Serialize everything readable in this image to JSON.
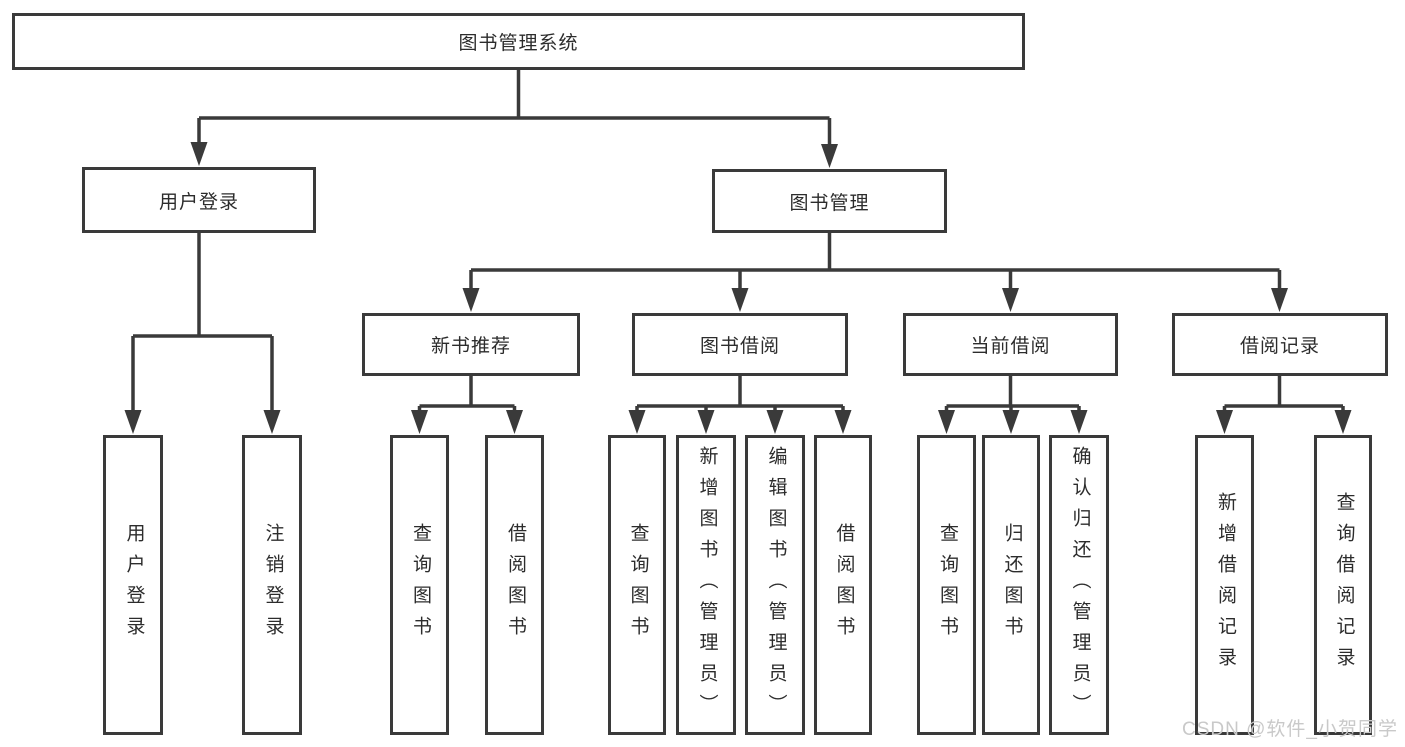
{
  "colors": {
    "line": "#3a3a3a",
    "text": "#2c2c2c",
    "watermark": "#c9c9c9",
    "background": "#ffffff"
  },
  "watermark": {
    "text": "CSDN @软件_小贺同学"
  },
  "diagram": {
    "type": "hierarchy-tree",
    "root": {
      "label": "图书管理系统"
    },
    "branches": [
      {
        "label": "用户登录",
        "children": [
          {
            "label": "用户登录"
          },
          {
            "label": "注销登录"
          }
        ]
      },
      {
        "label": "图书管理",
        "sections": [
          {
            "label": "新书推荐",
            "children": [
              {
                "label": "查询图书"
              },
              {
                "label": "借阅图书"
              }
            ]
          },
          {
            "label": "图书借阅",
            "children": [
              {
                "label": "查询图书"
              },
              {
                "label": "新增图书（管理员）"
              },
              {
                "label": "编辑图书（管理员）"
              },
              {
                "label": "借阅图书"
              }
            ]
          },
          {
            "label": "当前借阅",
            "children": [
              {
                "label": "查询图书"
              },
              {
                "label": "归还图书"
              },
              {
                "label": "确认归还（管理员）"
              }
            ]
          },
          {
            "label": "借阅记录",
            "children": [
              {
                "label": "新增借阅记录"
              },
              {
                "label": "查询借阅记录"
              }
            ]
          }
        ]
      }
    ]
  }
}
